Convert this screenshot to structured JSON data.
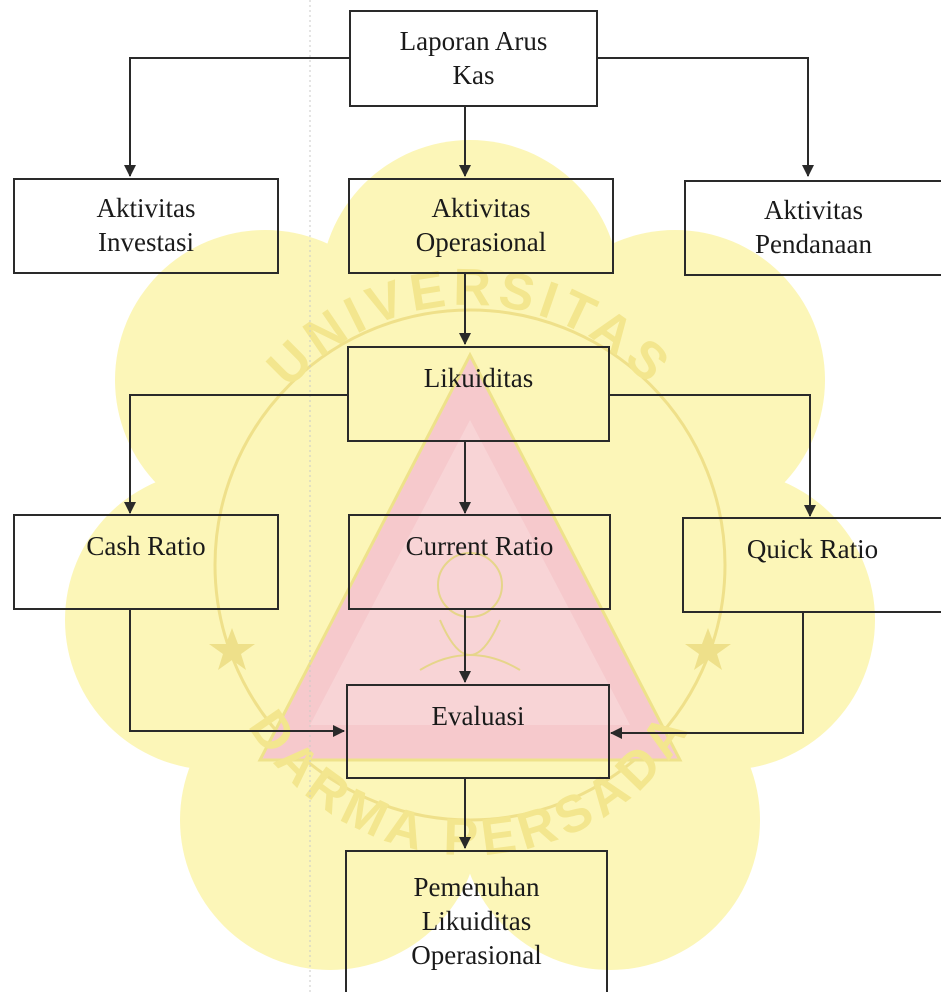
{
  "nodes": {
    "cash_flow_report": {
      "label": "Laporan Arus\nKas"
    },
    "investing": {
      "label": "Aktivitas\nInvestasi"
    },
    "operating": {
      "label": "Aktivitas\nOperasional"
    },
    "financing": {
      "label": "Aktivitas\nPendanaan"
    },
    "liquidity": {
      "label": "Likuiditas"
    },
    "cash_ratio": {
      "label": "Cash Ratio"
    },
    "current_ratio": {
      "label": "Current Ratio"
    },
    "quick_ratio": {
      "label": "Quick Ratio"
    },
    "evaluation": {
      "label": "Evaluasi"
    },
    "fulfillment": {
      "label": "Pemenuhan\nLikuiditas\nOperasional"
    }
  },
  "watermark": {
    "top_text": "UNIVERSITAS",
    "bottom_text": "DARMA PERSADA",
    "colors": {
      "yellow": "#fbf3a6",
      "pink": "#f6c9cc",
      "red": "#f3b2b8"
    }
  },
  "colors": {
    "line": "#2a2a2a",
    "text": "#1a1a1a",
    "background": "#ffffff"
  }
}
